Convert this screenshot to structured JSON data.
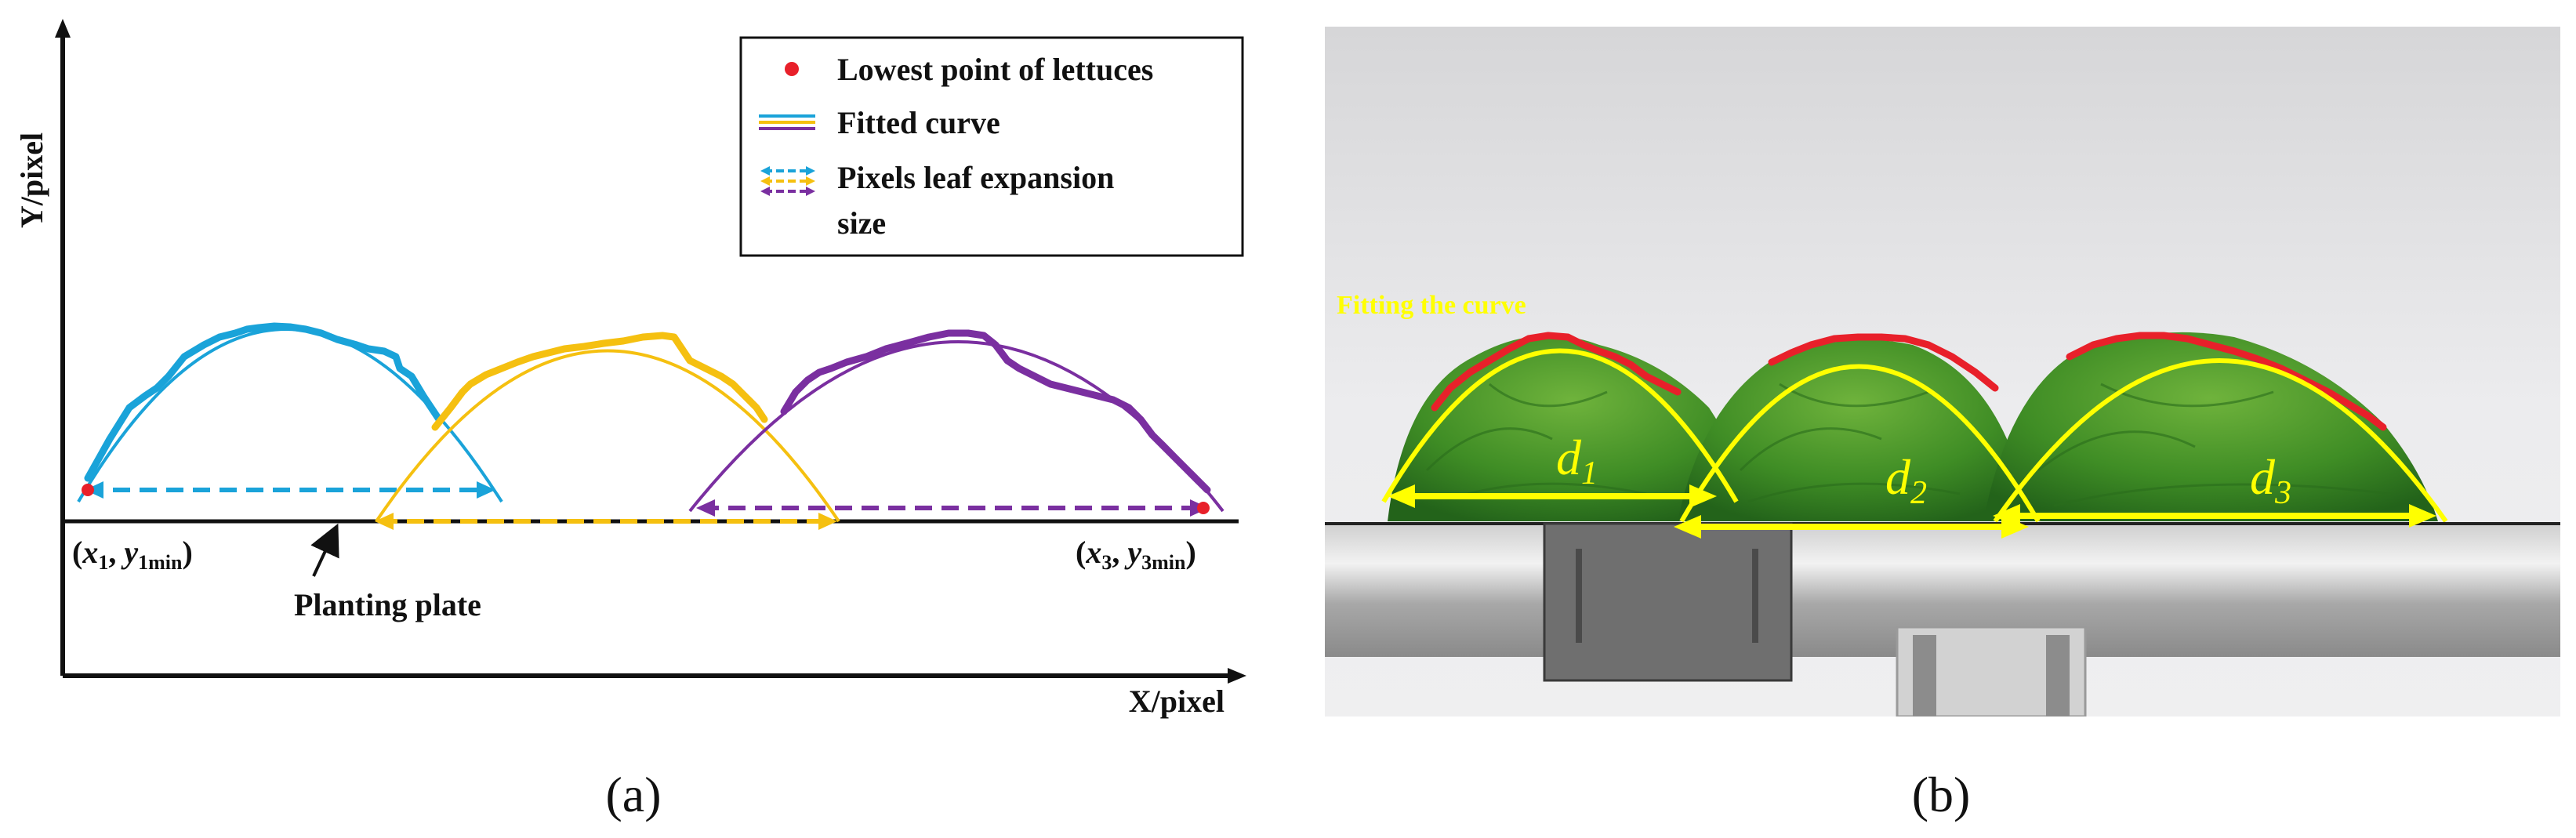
{
  "panel_a": {
    "axis_y": "Y/pixel",
    "axis_x": "X/pixel",
    "legend": {
      "lowest_point": "Lowest point of lettuces",
      "fitted_curve": "Fitted curve",
      "expansion_line1": "Pixels leaf expansion",
      "expansion_line2": "size"
    },
    "label_left": {
      "open": "(",
      "var": "x",
      "sub": "1",
      "sep": ", ",
      "var2": "y",
      "sub2": "1min",
      "close": ")"
    },
    "label_right": {
      "open": "(",
      "var": "x",
      "sub": "3",
      "sep": ", ",
      "var2": "y",
      "sub2": "3min",
      "close": ")"
    },
    "planting_plate": "Planting plate",
    "caption": "(a)"
  },
  "panel_b": {
    "fitting_label": "Fitting the curve",
    "d_labels": [
      {
        "var": "d",
        "sub": "1"
      },
      {
        "var": "d",
        "sub": "2"
      },
      {
        "var": "d",
        "sub": "3"
      }
    ],
    "caption": "(b)"
  },
  "colors": {
    "lettuce1": "#1aa3d9",
    "lettuce2": "#f5c010",
    "lettuce3": "#7a2fa0",
    "lowest_point": "#e8202a",
    "fit_yellow": "#ffff00",
    "axis": "#111111"
  }
}
